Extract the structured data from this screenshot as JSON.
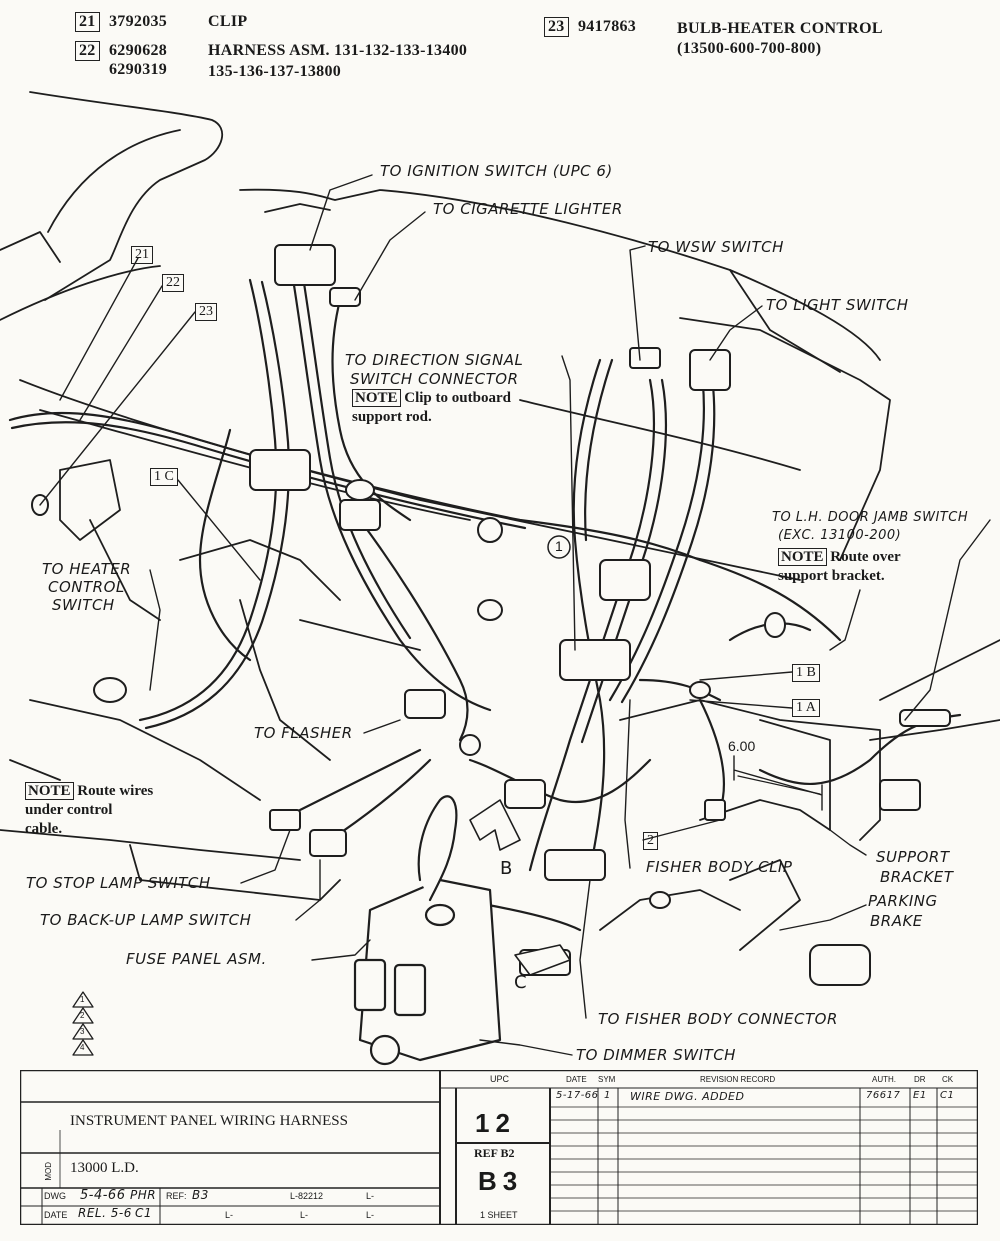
{
  "parts_list": {
    "row21": {
      "ref": "21",
      "part": "3792035",
      "desc": "CLIP"
    },
    "row22": {
      "ref": "22",
      "part_a": "6290628",
      "part_b": "6290319",
      "desc_a": "HARNESS ASM.  131-132-133-13400",
      "desc_b": "135-136-137-13800"
    },
    "row23": {
      "ref": "23",
      "part": "9417863",
      "desc_a": "BULB-HEATER CONTROL",
      "desc_b": "(13500-600-700-800)"
    }
  },
  "callouts": {
    "ignition": "TO IGNITION SWITCH (UPC 6)",
    "lighter": "TO CIGARETTE LIGHTER",
    "wsw": "TO WSW SWITCH",
    "light": "TO LIGHT SWITCH",
    "direction_a": "TO DIRECTION SIGNAL",
    "direction_b": "SWITCH CONNECTOR",
    "note_label": "NOTE",
    "direction_note_a": "Clip to outboard",
    "direction_note_b": "support rod.",
    "door_a": "TO L.H. DOOR JAMB SWITCH",
    "door_b": "(EXC. 13100-200)",
    "door_note_a": "Route over",
    "door_note_b": "support bracket.",
    "heater_a": "TO HEATER",
    "heater_b": "CONTROL",
    "heater_c": "SWITCH",
    "flasher": "TO FLASHER",
    "route_note_a": "Route wires",
    "route_note_b": "under control",
    "route_note_c": "cable.",
    "stop_lamp": "TO STOP LAMP SWITCH",
    "backup": "TO BACK-UP LAMP SWITCH",
    "fuse": "FUSE PANEL ASM.",
    "fisher_clip": "FISHER BODY CLIP",
    "fisher_conn": "TO FISHER BODY CONNECTOR",
    "dimmer": "TO DIMMER SWITCH",
    "support_a": "SUPPORT",
    "support_b": "BRACKET",
    "parking_a": "PARKING",
    "parking_b": "BRAKE",
    "dim": "6.00",
    "ref_1c": "1 C",
    "ref_1b": "1 B",
    "ref_1a": "1 A",
    "ref_2": "2",
    "ref_21": "21",
    "ref_22": "22",
    "ref_23": "23",
    "circle_1": "1",
    "view_b": "B",
    "view_c": "C"
  },
  "revision_marks": [
    "1",
    "2",
    "3",
    "4"
  ],
  "title_block": {
    "title": "INSTRUMENT PANEL WIRING HARNESS",
    "model_label": "MOD",
    "model": "13000 L.D.",
    "upc_header": "UPC",
    "upc": "12",
    "ref_label": "REF B2",
    "ref": "B3",
    "sheet": "1 SHEET",
    "date_header": "DATE",
    "sym_header": "SYM",
    "revision_header": "REVISION RECORD",
    "auth_header": "AUTH.",
    "dr_header": "DR",
    "ck_header": "CK",
    "rev_date": "5-17-66",
    "rev_sym": "1",
    "rev_record": "WIRE DWG. ADDED",
    "rev_auth": "76617",
    "rev_dr": "E1",
    "rev_ck": "C1",
    "dwg_label": "DWG",
    "dwg_date": "5-4-66",
    "dwg_by": "PHR",
    "date_label": "DATE",
    "rel": "REL. 5-6",
    "rel_by": "C1",
    "ref2_label": "REF:",
    "ref2": "B3",
    "lnum": "L-82212",
    "l1": "L-",
    "l2": "L-",
    "l3": "L-",
    "l4": "L-"
  }
}
